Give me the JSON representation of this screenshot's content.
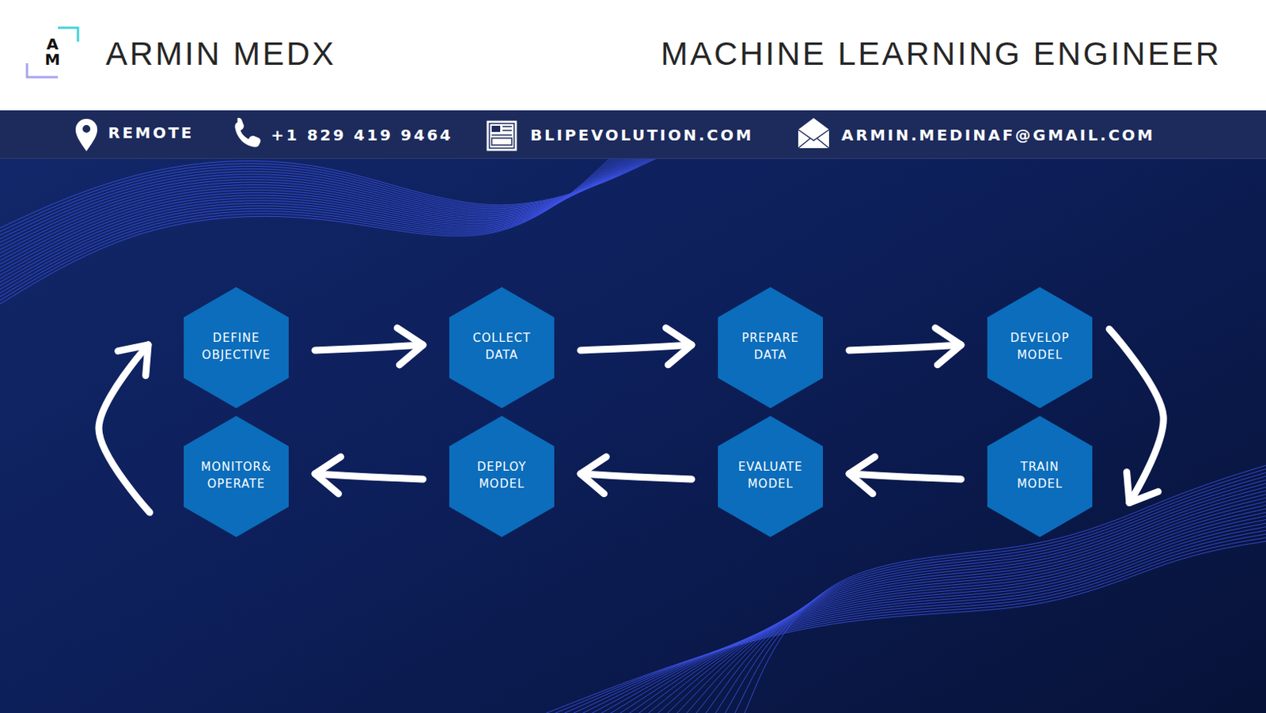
{
  "diagram": {
    "title": "ARMIN MEDX",
    "nodes": [
      {
        "text": [
          "DEFINE OBJECTIVE"
        ]
      },
      {
        "text": [
          "COLLECT DATA"
        ]
      },
      {
        "text": [
          "PREPARE DATA"
        ]
      },
      {
        "text": [
          "DEVELOP MODEL"
        ]
      },
      {
        "text": [
          "MONITOR& OPERATE"
        ]
      },
      {
        "text": [
          "DEPLOY MODEL"
        ]
      },
      {
        "text": [
          "EVALUATE MODEL"
        ]
      },
      {
        "text": [
          "TRAIN MODEL"
        ]
      }
    ],
    "edges": [
      {
        "from": 0,
        "to": 1,
        "arrow": "to"
      },
      {
        "from": 1,
        "to": 2,
        "arrow": "to"
      },
      {
        "from": 2,
        "to": 3,
        "arrow": "to"
      },
      {
        "from": 3,
        "to": 7,
        "arrow": "to"
      },
      {
        "from": 7,
        "to": 6,
        "arrow": "to"
      },
      {
        "from": 6,
        "to": 5,
        "arrow": "to"
      },
      {
        "from": 5,
        "to": 4,
        "arrow": "to"
      },
      {
        "from": 4,
        "to": 0,
        "arrow": "to"
      }
    ],
    "labels": [
      "A",
      "M",
      "MACHINE LEARNING ENGINEER",
      "REMOTE",
      "+1 829 419 9464",
      "BLIPEVOLUTION.COM",
      "ARMIN.MEDINAF@GMAIL.COM"
    ]
  }
}
